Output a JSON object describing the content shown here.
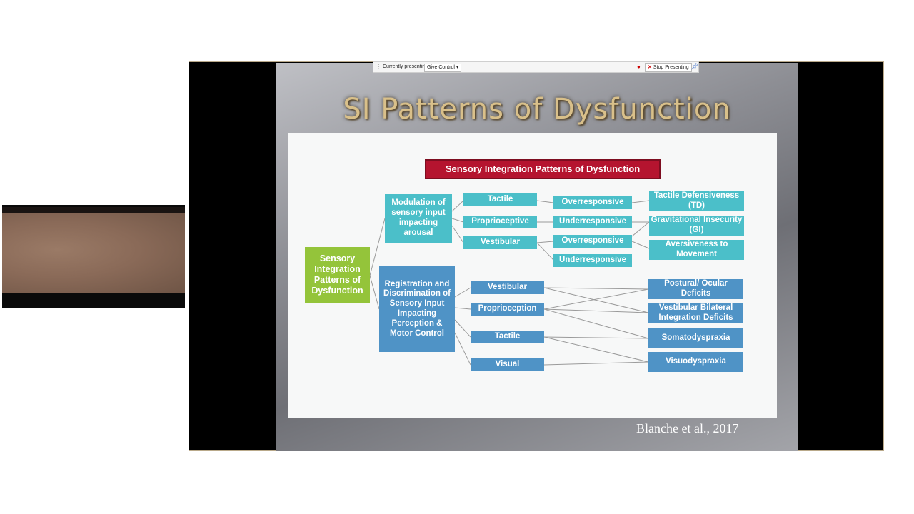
{
  "toolbar": {
    "menu_icon": "vertical-dots-icon",
    "presenting_label": "Currently presenting",
    "give_control_label": "Give Control ▾",
    "stop_label": "Stop Presenting",
    "stop_icon": "close-icon",
    "pin_icon": "pin-icon",
    "record_color": "#cc0000"
  },
  "slide": {
    "title": "SI Patterns of Dysfunction",
    "caption": "Blanche et al., 2017"
  },
  "diagram": {
    "header": "Sensory Integration Patterns of Dysfunction",
    "root": "Sensory Integration Patterns of Dysfunction",
    "modulation": "Modulation of sensory input impacting arousal",
    "registration": "Registration and Discrimination of Sensory Input Impacting Perception & Motor Control",
    "mod_tactile": "Tactile",
    "mod_proprioceptive": "Proprioceptive",
    "mod_vestibular": "Vestibular",
    "over_1": "Overresponsive",
    "under_1": "Underresponsive",
    "over_2": "Overresponsive",
    "under_2": "Underresponsive",
    "tactile_defensiveness": "Tactile Defensiveness (TD)",
    "gravitational_insecurity": "Gravitational Insecurity (GI)",
    "aversiveness": "Aversiveness to Movement",
    "reg_vestibular": "Vestibular",
    "reg_proprioception": "Proprioception",
    "reg_tactile": "Tactile",
    "reg_visual": "Visual",
    "postural": "Postural/ Ocular Deficits",
    "vestibular_bilateral": "Vestibular Bilateral Integration Deficits",
    "somatodyspraxia": "Somatodyspraxia",
    "visuodyspraxia": "Visuodyspraxia",
    "colors": {
      "header": "#b5142f",
      "root": "#94c43a",
      "teal": "#4bbfc9",
      "blue": "#4f93c6",
      "title": "#d9c08a"
    }
  }
}
